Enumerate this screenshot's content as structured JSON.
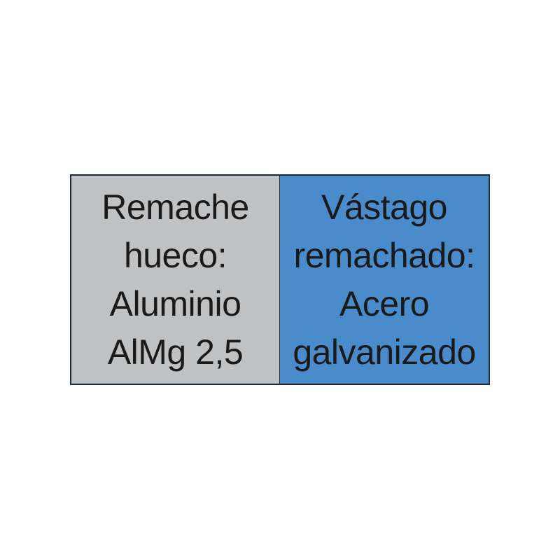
{
  "colors": {
    "left_background": "#c0c1c3",
    "right_background": "#4a8ccb",
    "border": "#1f2a36",
    "text": "#1a1a1a"
  },
  "left_cell": {
    "lines": [
      "Remache",
      "hueco:",
      "Aluminio",
      "AlMg 2,5"
    ]
  },
  "right_cell": {
    "lines": [
      "Vástago",
      "remachado:",
      "Acero",
      "galvanizado"
    ]
  }
}
